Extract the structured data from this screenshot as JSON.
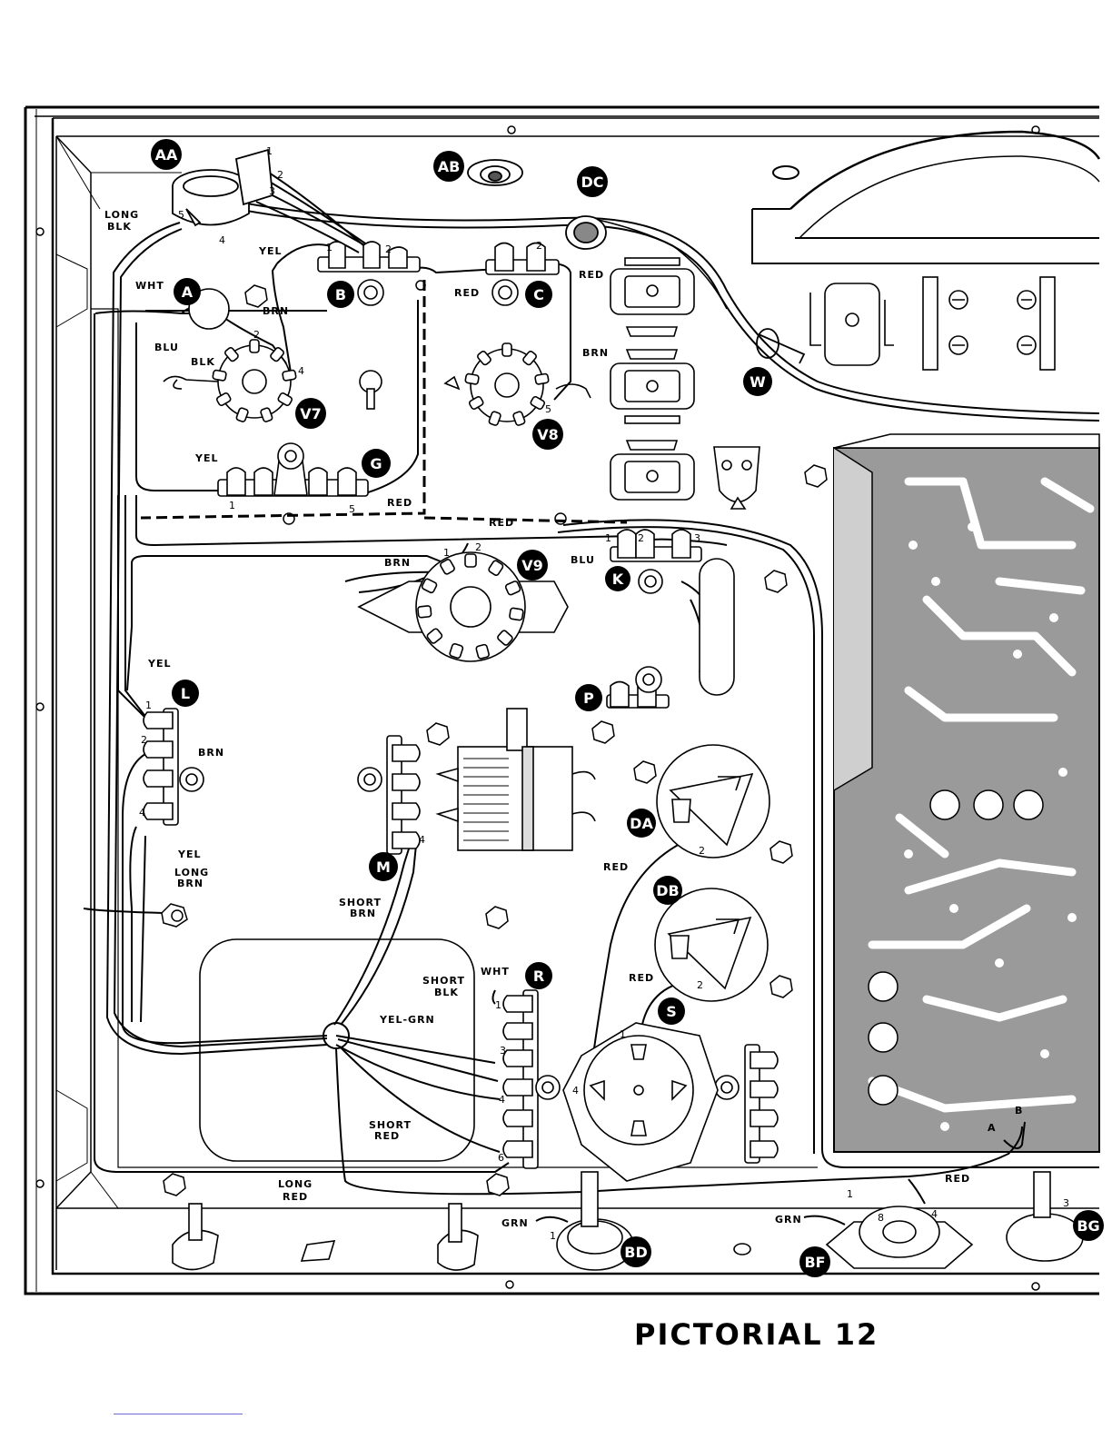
{
  "caption": "PICTORIAL 12",
  "badges": {
    "AA": "AA",
    "AB": "AB",
    "DC": "DC",
    "A": "A",
    "B": "B",
    "C": "C",
    "W": "W",
    "V7": "V7",
    "V8": "V8",
    "G": "G",
    "V9": "V9",
    "K": "K",
    "L": "L",
    "P": "P",
    "DA": "DA",
    "DB": "DB",
    "M": "M",
    "R": "R",
    "S": "S",
    "BD": "BD",
    "BF": "BF",
    "BG": "BG"
  },
  "wire_labels": {
    "long_blk_1": "LONG",
    "long_blk_2": "BLK",
    "yel_top": "YEL",
    "wht_a": "WHT",
    "brn_a": "BRN",
    "blu_a": "BLU",
    "blk_a": "BLK",
    "red_b": "RED",
    "red_c": "RED",
    "brn_v8": "BRN",
    "yel_g": "YEL",
    "red_g": "RED",
    "red_bus": "RED",
    "brn_v9": "BRN",
    "blu_k": "BLU",
    "yel_l": "YEL",
    "brn_l": "BRN",
    "yel_lower": "YEL",
    "long_brn_1": "LONG",
    "long_brn_2": "BRN",
    "short_brn_1": "SHORT",
    "short_brn_2": "BRN",
    "red_da": "RED",
    "red_db": "RED",
    "wht_r": "WHT",
    "short_blk_1": "SHORT",
    "short_blk_2": "BLK",
    "yel_grn": "YEL-GRN",
    "short_red_1": "SHORT",
    "short_red_2": "RED",
    "long_red_1": "LONG",
    "long_red_2": "RED",
    "grn_bd": "GRN",
    "grn_bf": "GRN",
    "red_bf": "RED",
    "pt_a": "A",
    "pt_b": "B"
  },
  "pin_numbers": {
    "aa1": "1",
    "aa2": "2",
    "aa3": "3",
    "aa4": "4",
    "aa5": "5",
    "b1": "1",
    "b2": "2",
    "c2": "2",
    "v7_2": "2",
    "v7_4": "4",
    "v8_5": "5",
    "g1": "1",
    "g5": "5",
    "v9_1": "1",
    "v9_2": "2",
    "k1": "1",
    "k2": "2",
    "k3": "3",
    "l1": "1",
    "l2": "2",
    "l4": "4",
    "m4": "4",
    "da2": "2",
    "db2": "2",
    "r1": "1",
    "r3": "3",
    "r4": "4",
    "r6": "6",
    "s1": "1",
    "s4": "4",
    "bd1": "1",
    "bf1": "1",
    "bf4": "4",
    "bf8": "8",
    "bg3": "3"
  }
}
